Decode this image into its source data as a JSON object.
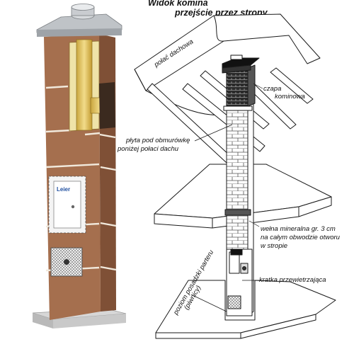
{
  "title": {
    "line1": "Widok komina",
    "line2": "przejście przez stropy"
  },
  "labels": {
    "roof_slope": "połać dachowa",
    "chimney_cap_1": "czapa",
    "chimney_cap_2": "kominowa",
    "plate_1": "płyta pod obmurówkę",
    "plate_2": "poniżej połaci dachu",
    "wool_1": "wełna mineralna gr. 3 cm",
    "wool_2": "na całym obwodzie otworu",
    "wool_3": "w stropie",
    "vent_grille": "kratka przewietrzająca",
    "ground_level_1": "poziom posadzki parteru",
    "ground_level_2": "(piwnicy)",
    "door_logo": "Leier"
  }
}
